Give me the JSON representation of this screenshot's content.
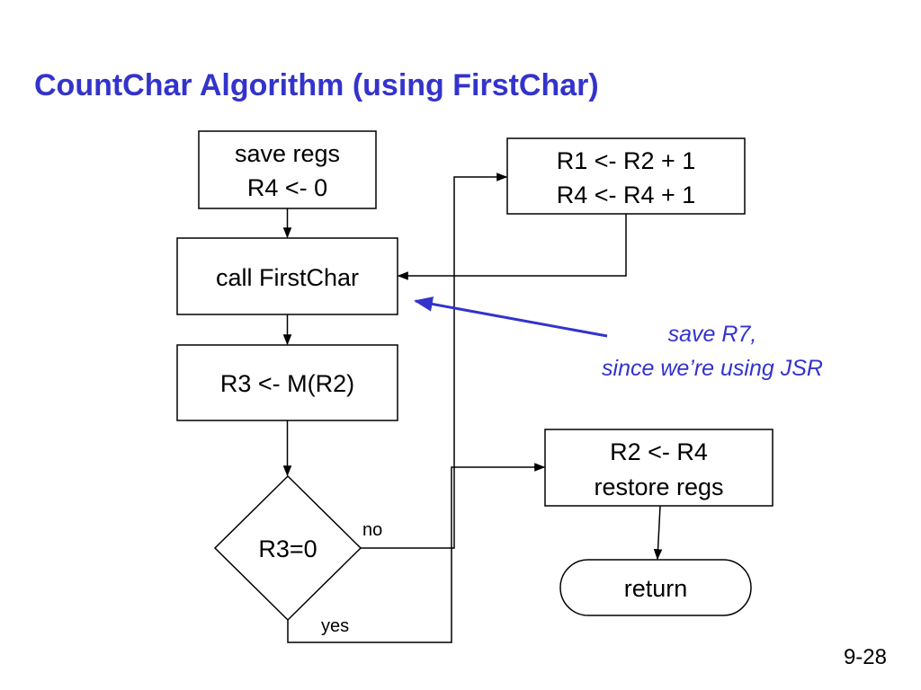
{
  "slide": {
    "title": "CountChar Algorithm (using FirstChar)",
    "page_number": "9-28"
  },
  "colors": {
    "title": "#3333cc",
    "annotation": "#3333cc",
    "line": "#000000",
    "box_fill": "#ffffff"
  },
  "flowchart": {
    "nodes": {
      "save_regs": {
        "line1": "save regs",
        "line2": "R4 <- 0"
      },
      "call_firstchar": {
        "label": "call FirstChar"
      },
      "load_r3": {
        "label": "R3 <- M(R2)"
      },
      "decision": {
        "label": "R3=0"
      },
      "increment": {
        "line1": "R1 <- R2 + 1",
        "line2": "R4 <- R4 + 1"
      },
      "restore": {
        "line1": "R2 <- R4",
        "line2": "restore regs"
      },
      "return": {
        "label": "return"
      }
    },
    "edge_labels": {
      "no": "no",
      "yes": "yes"
    },
    "annotation": {
      "line1": "save R7,",
      "line2": "since we’re using JSR"
    }
  }
}
